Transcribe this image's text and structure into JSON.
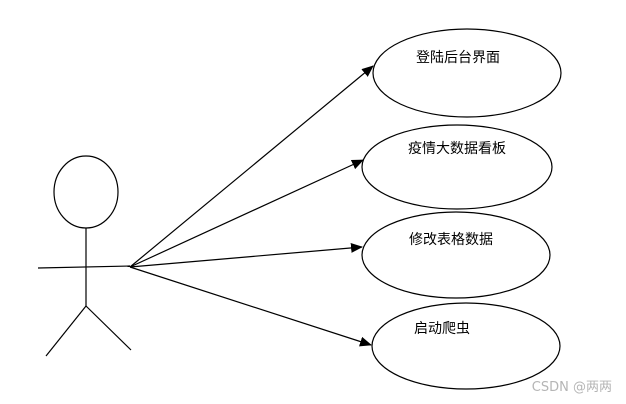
{
  "diagram": {
    "use_cases": [
      {
        "id": "login",
        "label": "登陆后台界面"
      },
      {
        "id": "dashboard",
        "label": "疫情大数据看板"
      },
      {
        "id": "edit-table",
        "label": "修改表格数据"
      },
      {
        "id": "crawler",
        "label": "启动爬虫"
      }
    ]
  },
  "watermark": "CSDN @两两 ",
  "colors": {
    "stroke": "#000000",
    "background": "#ffffff",
    "watermark": "#b5b5b5"
  }
}
